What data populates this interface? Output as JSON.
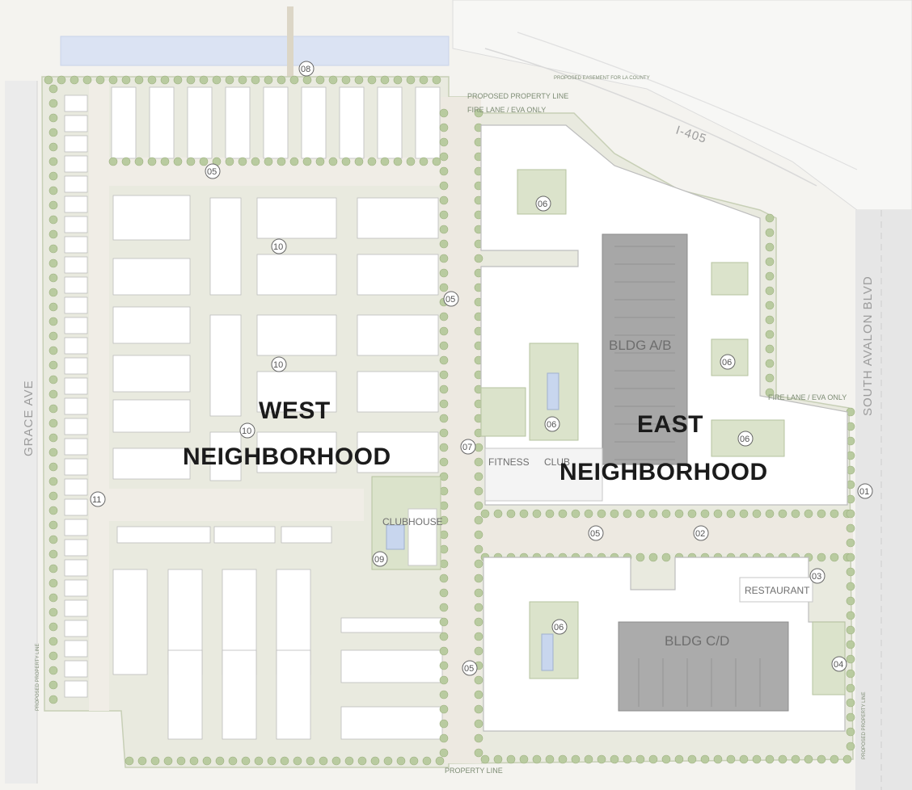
{
  "neighborhoods": {
    "west_line1": "WEST",
    "west_line2": "NEIGHBORHOOD",
    "east_line1": "EAST",
    "east_line2": "NEIGHBORHOOD"
  },
  "roads": {
    "grace_ave": "GRACE AVE",
    "south_avalon": "SOUTH AVALON BLVD",
    "i405": "I-405"
  },
  "buildings": {
    "ab": "BLDG A/B",
    "cd": "BLDG C/D",
    "clubhouse": "CLUBHOUSE",
    "fitness": "FITNESS",
    "club": "CLUB",
    "restaurant": "RESTAURANT"
  },
  "lines": {
    "proposed_property_line": "PROPOSED PROPERTY LINE",
    "fire_lane_1": "FIRE LANE / EVA ONLY",
    "fire_lane_2": "FIRE LANE / EVA ONLY",
    "property_line": "PROPERTY LINE",
    "proposed_easement": "PROPOSED EASEMENT FOR LA COUNTY",
    "side_proposed_line_left": "PROPOSED PROPERTY LINE",
    "side_proposed_line_right": "PROPOSED PROPERTY LINE"
  },
  "keys": {
    "k08": "08",
    "k05a": "05",
    "k10a": "10",
    "k10b": "10",
    "k10c": "10",
    "k06a": "06",
    "k05b": "05",
    "k06b": "06",
    "k06c": "06",
    "k06d": "06",
    "k07": "07",
    "k11": "11",
    "k01": "01",
    "k05c": "05",
    "k02": "02",
    "k09": "09",
    "k03": "03",
    "k06e": "06",
    "k05d": "05",
    "k04": "04"
  },
  "colors": {
    "background": "#f4f3ef",
    "landscape": "#d8e2c9",
    "tree": "#b9cba0",
    "parking_garage": "#a4a4a4",
    "water": "#c8d6ee",
    "building": "#ffffff"
  }
}
